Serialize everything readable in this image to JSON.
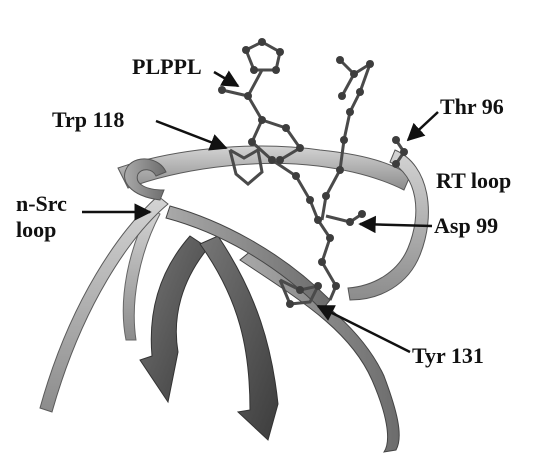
{
  "labels": {
    "plppl": "PLPPL",
    "trp118": "Trp 118",
    "thr96": "Thr 96",
    "rt_loop": "RT loop",
    "nsrc_line1": "n-Src",
    "nsrc_line2": "loop",
    "asp99": "Asp 99",
    "tyr131": "Tyr 131"
  },
  "colors": {
    "background": "#ffffff",
    "ribbon_light": "#b8b8b8",
    "ribbon_mid": "#8a8a8a",
    "ribbon_dark": "#555555",
    "ligand": "#4a4a4a",
    "text": "#111111"
  }
}
